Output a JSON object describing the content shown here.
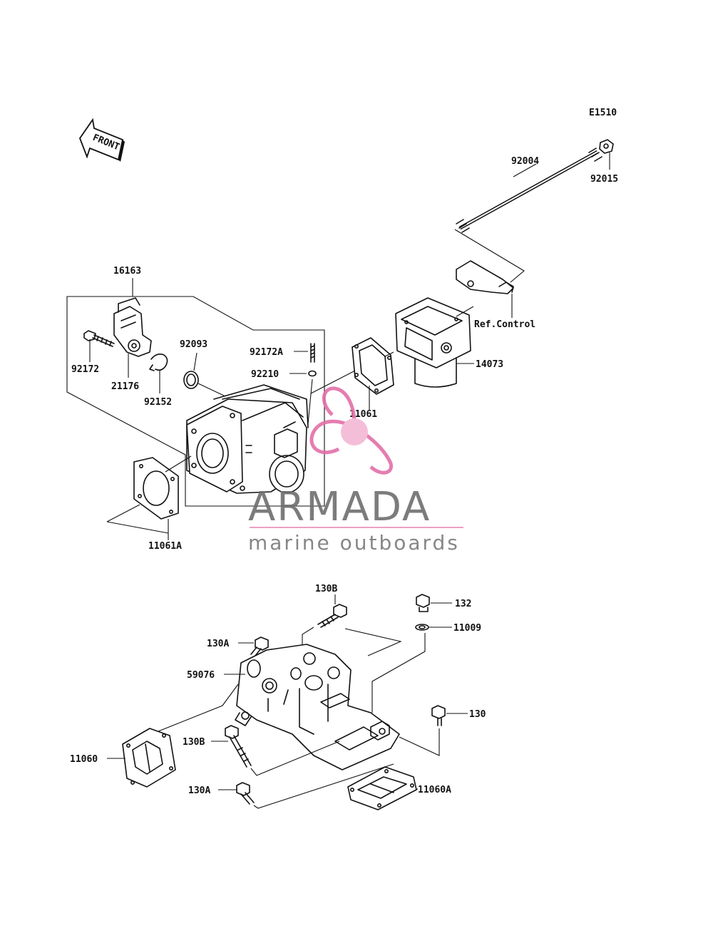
{
  "diagram_code": "E1510",
  "front_arrow": {
    "label": "FRONT",
    "icon": "front-arrow-icon"
  },
  "ref_label": "Ref.Control",
  "parts": {
    "p92004": "92004",
    "p92015": "92015",
    "p16163": "16163",
    "p92093": "92093",
    "p92172A": "92172A",
    "p92210": "92210",
    "p92172": "92172",
    "p21176": "21176",
    "p92152": "92152",
    "p11061": "11061",
    "p14073": "14073",
    "p11061A": "11061A",
    "p130B_top": "130B",
    "p132": "132",
    "p11009": "11009",
    "p130A_top": "130A",
    "p59076": "59076",
    "p130": "130",
    "p130B_mid": "130B",
    "p11060": "11060",
    "p130A_bot": "130A",
    "p11060A": "11060A"
  },
  "watermark": {
    "brand": "ARMADA",
    "tagline": "marine outboards",
    "colors": {
      "accent": "#e36fa8",
      "accent_light": "#f4b8d4",
      "text": "#6e6e6e"
    }
  }
}
